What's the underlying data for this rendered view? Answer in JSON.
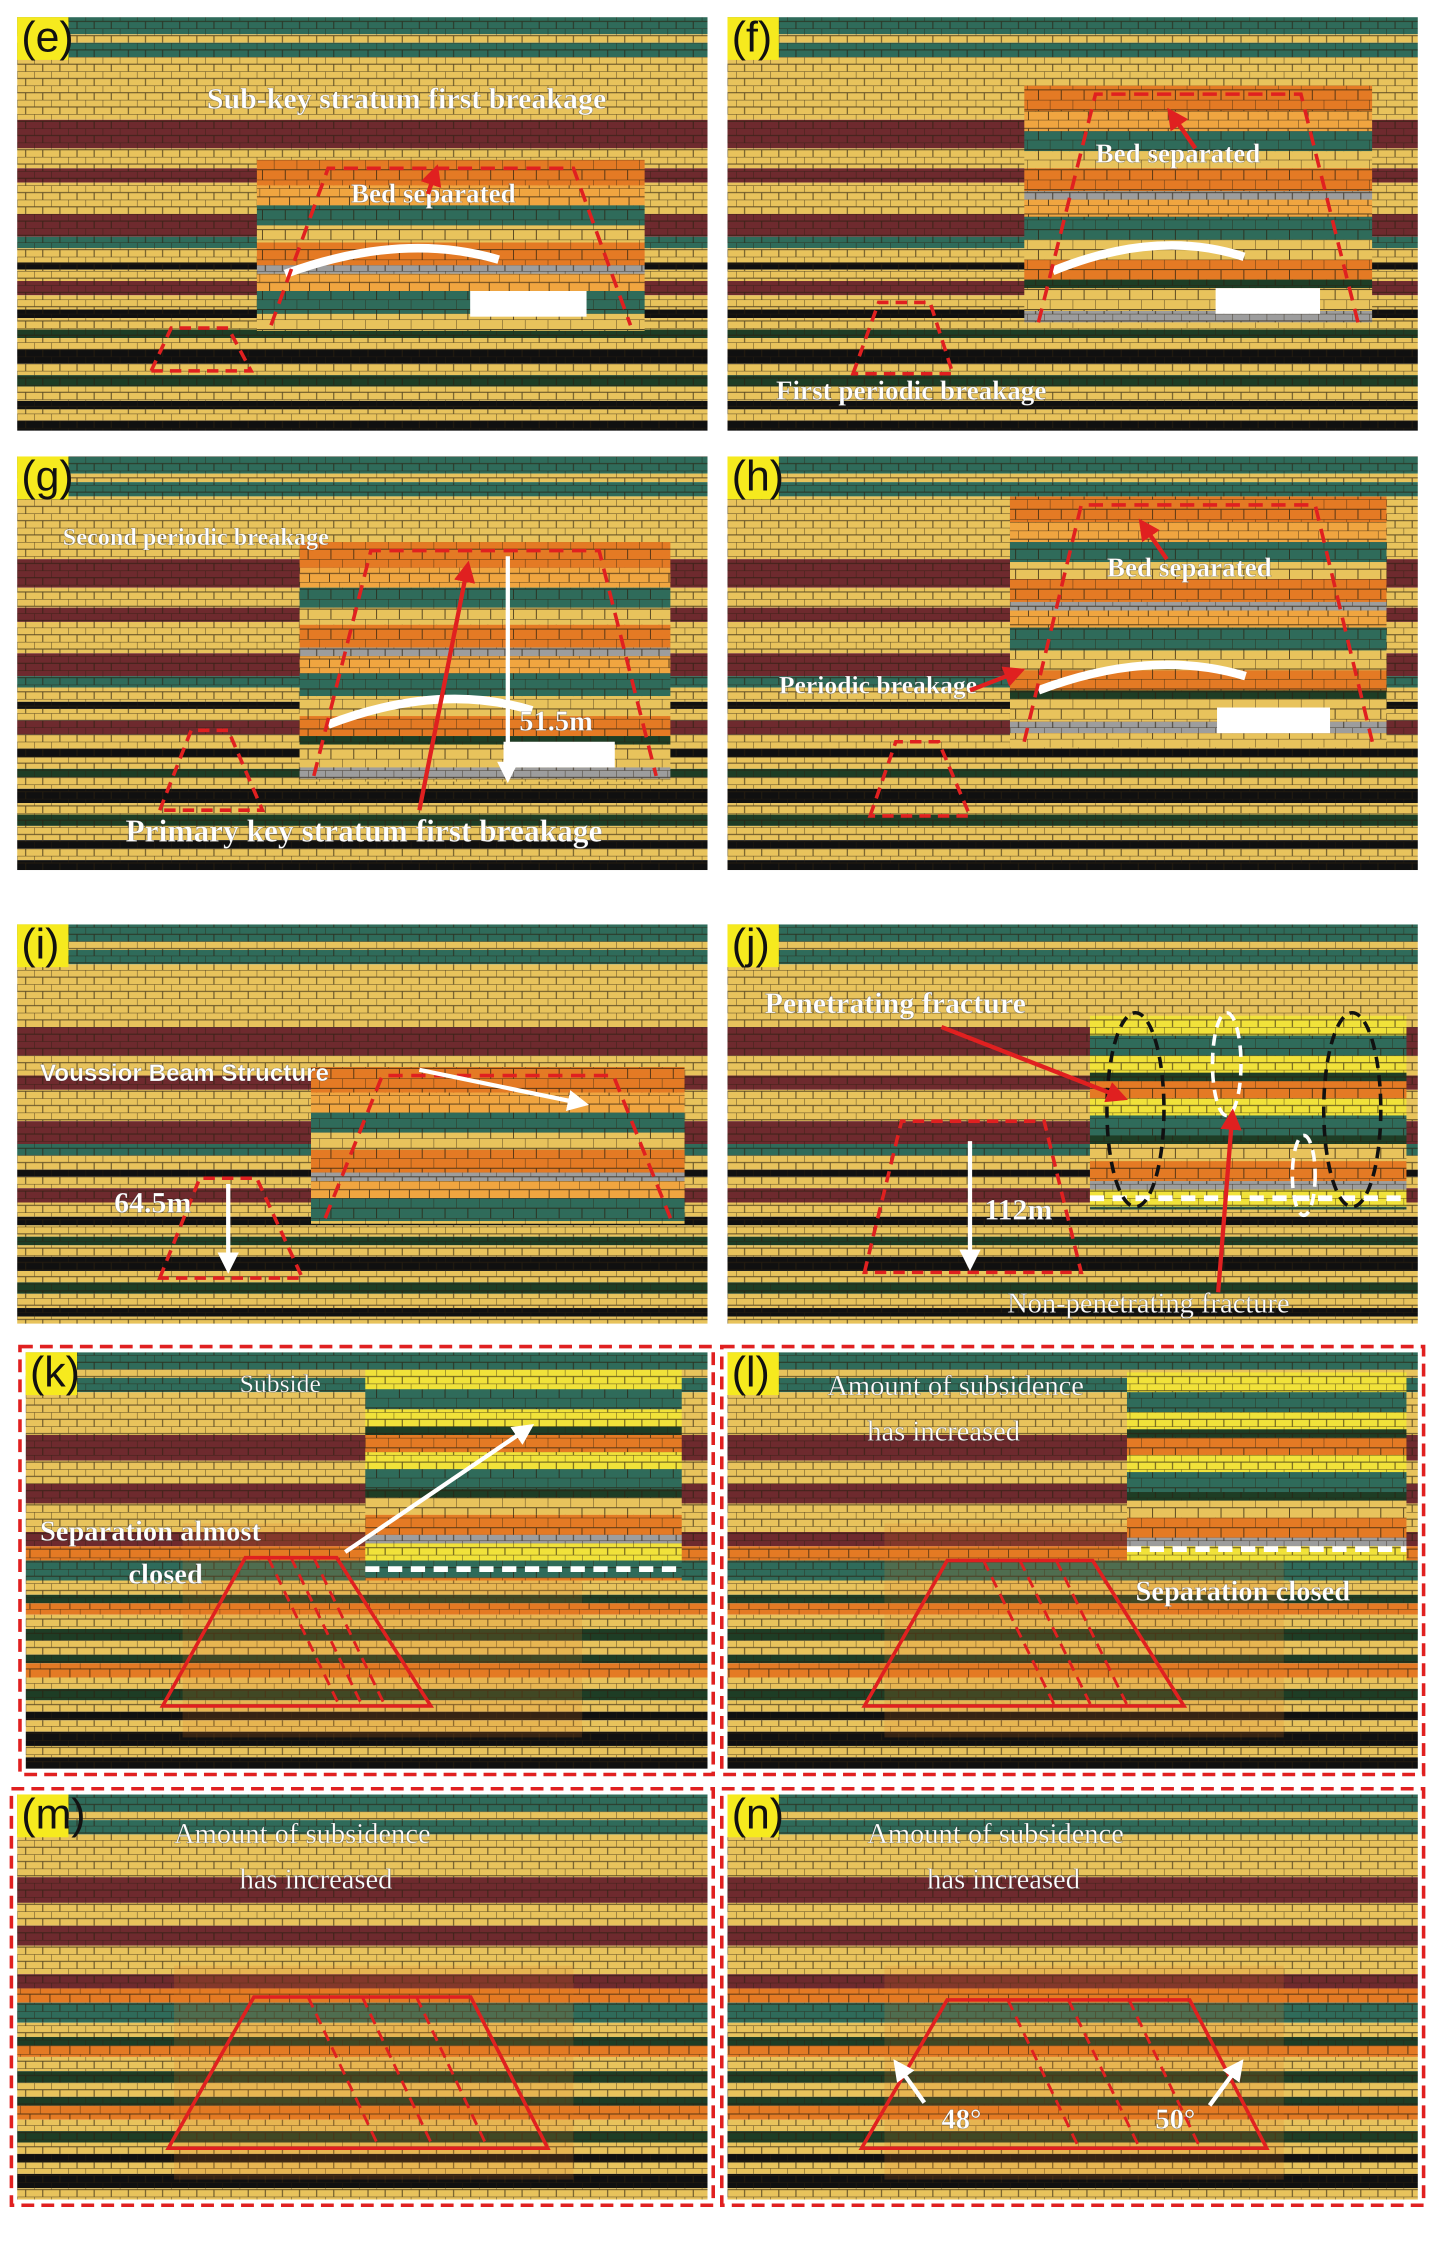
{
  "figure": {
    "colors": {
      "yellow": "#e8c35c",
      "yellow_bright": "#f1e23a",
      "maroon": "#6e2a2e",
      "teal": "#2f6b5a",
      "dark_green": "#1e3d25",
      "orange": "#e47a24",
      "light_orange": "#f0a540",
      "black": "#101010",
      "gray": "#9d9d9d",
      "red_dashed": "#e02020",
      "mortar": "#2a2010"
    },
    "panels": [
      {
        "tag": "(e)",
        "labels": [
          {
            "id": "e1",
            "text": "Sub-key stratum first breakage",
            "style": "white-bold"
          },
          {
            "id": "e2",
            "text": "Bed separated",
            "style": "white-bold"
          }
        ]
      },
      {
        "tag": "(f)",
        "labels": [
          {
            "id": "f1",
            "text": "Bed separated",
            "style": "white-bold"
          },
          {
            "id": "f2",
            "text": "First periodic breakage",
            "style": "white-bold"
          }
        ]
      },
      {
        "tag": "(g)",
        "labels": [
          {
            "id": "g1",
            "text": "Second periodic breakage",
            "style": "white-bold"
          },
          {
            "id": "g2",
            "text": "51.5m",
            "style": "white-bold"
          },
          {
            "id": "g3",
            "text": "Primary key stratum first breakage",
            "style": "white-bold"
          }
        ]
      },
      {
        "tag": "(h)",
        "labels": [
          {
            "id": "h1",
            "text": "Bed separated",
            "style": "white-bold"
          },
          {
            "id": "h2",
            "text": "Periodic breakage",
            "style": "white-bold"
          }
        ]
      },
      {
        "tag": "(i)",
        "labels": [
          {
            "id": "i1",
            "text": "Voussior Beam Structure",
            "style": "white-bold-sans"
          },
          {
            "id": "i2",
            "text": "64.5m",
            "style": "white-bold"
          }
        ]
      },
      {
        "tag": "(j)",
        "labels": [
          {
            "id": "j1",
            "text": "Penetrating fracture",
            "style": "white-bold"
          },
          {
            "id": "j2",
            "text": "112m",
            "style": "white-bold"
          },
          {
            "id": "j3",
            "text": "Non-penetrating fracture",
            "style": "white"
          }
        ]
      },
      {
        "tag": "(k)",
        "labels": [
          {
            "id": "k1",
            "text": "Subside",
            "style": "white"
          },
          {
            "id": "k2",
            "text": "Separation almost",
            "style": "white-bold"
          },
          {
            "id": "k3",
            "text": "closed",
            "style": "white-bold"
          }
        ]
      },
      {
        "tag": "(l)",
        "labels": [
          {
            "id": "l1",
            "text": "Amount of subsidence",
            "style": "white"
          },
          {
            "id": "l2",
            "text": "has increased",
            "style": "white"
          },
          {
            "id": "l3",
            "text": "Separation closed",
            "style": "white-bold"
          }
        ]
      },
      {
        "tag": "(m)",
        "labels": [
          {
            "id": "m1",
            "text": "Amount of subsidence",
            "style": "white"
          },
          {
            "id": "m2",
            "text": "has increased",
            "style": "white"
          }
        ]
      },
      {
        "tag": "(n)",
        "labels": [
          {
            "id": "n1",
            "text": "Amount of subsidence",
            "style": "white"
          },
          {
            "id": "n2",
            "text": "has increased",
            "style": "white"
          },
          {
            "id": "n3",
            "text": "48°",
            "style": "white-bold"
          },
          {
            "id": "n4",
            "text": "50°",
            "style": "white-bold"
          }
        ]
      }
    ]
  }
}
